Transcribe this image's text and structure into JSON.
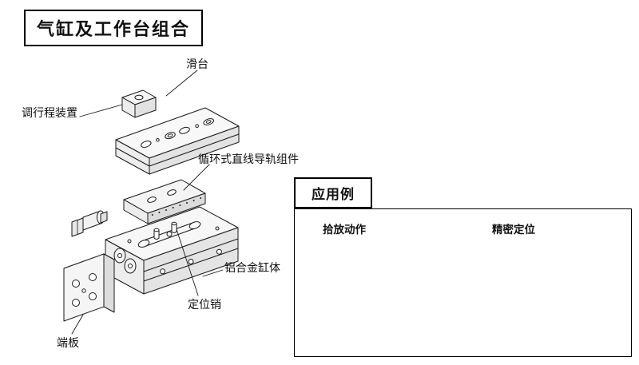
{
  "title": "气缸及工作台组合",
  "parts": {
    "slide_table": "滑台",
    "stroke_adjuster": "调行程装置",
    "linear_guide": "循环式直线导轨组件",
    "cylinder_body": "铝合金缸体",
    "locating_pin": "定位销",
    "end_plate": "端板"
  },
  "application": {
    "title": "应用例",
    "examples": [
      {
        "label": "拾放动作"
      },
      {
        "label": "精密定位"
      }
    ]
  },
  "colors": {
    "line": "#1a1a1a",
    "shade": "#e3e3e3",
    "dark": "#555555"
  }
}
